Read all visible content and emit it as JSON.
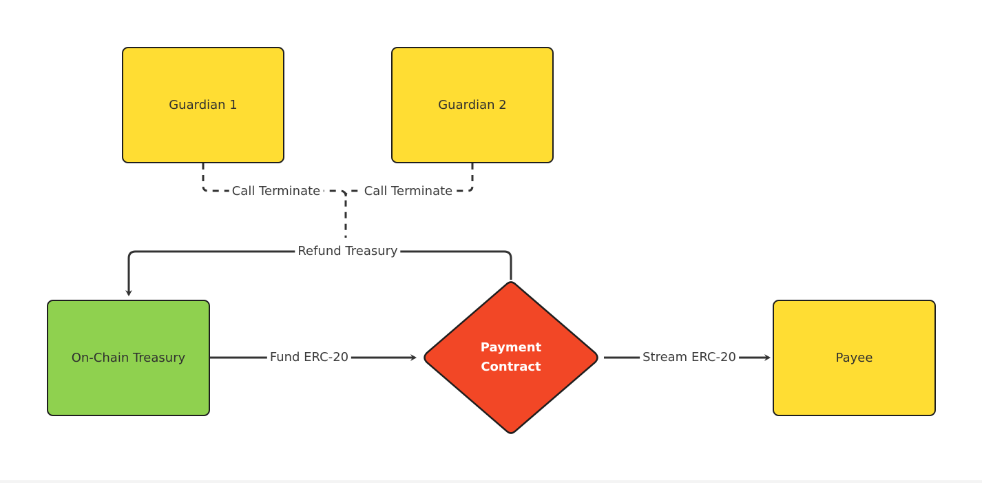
{
  "diagram": {
    "nodes": {
      "guardian1": {
        "label": "Guardian 1",
        "color": "#FFDD33"
      },
      "guardian2": {
        "label": "Guardian 2",
        "color": "#FFDD33"
      },
      "treasury": {
        "label": "On-Chain Treasury",
        "color": "#8FD14F"
      },
      "payment": {
        "label_line1": "Payment",
        "label_line2": "Contract",
        "color": "#F24726"
      },
      "payee": {
        "label": "Payee",
        "color": "#FFDD33"
      }
    },
    "edges": {
      "call_terminate_1": {
        "label": "Call Terminate",
        "style": "dashed"
      },
      "call_terminate_2": {
        "label": "Call Terminate",
        "style": "dashed"
      },
      "refund_treasury": {
        "label": "Refund Treasury",
        "style": "solid"
      },
      "fund_erc20": {
        "label": "Fund ERC-20",
        "style": "solid"
      },
      "stream_erc20": {
        "label": "Stream ERC-20",
        "style": "solid"
      }
    },
    "line_color": "#333333"
  }
}
